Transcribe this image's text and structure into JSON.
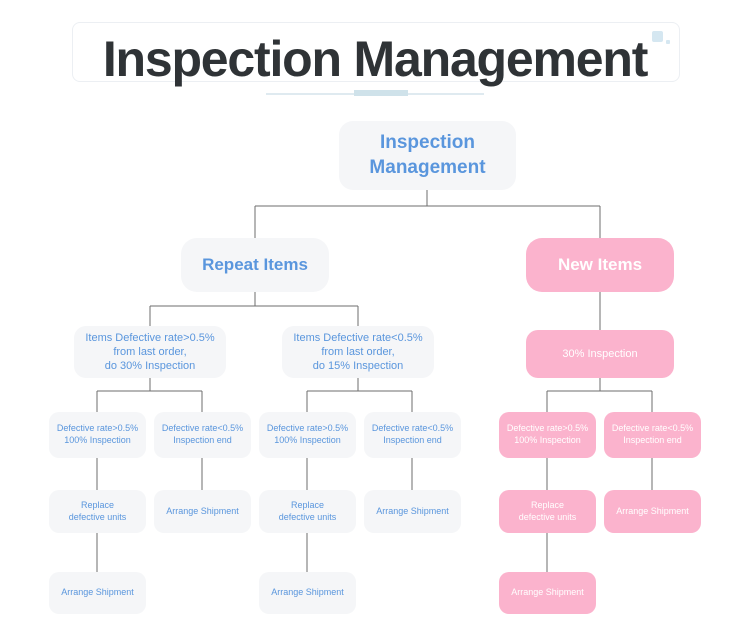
{
  "header": {
    "title": "Inspection Management",
    "deco_color": "#d5e7f1",
    "rule_color": "#dfeaf0",
    "accent_color": "#cfe2ea"
  },
  "theme": {
    "blue_fill": "#f5f6f8",
    "blue_text": "#5a96dd",
    "pink_fill": "#fbb3cd",
    "pink_text": "#ffffff",
    "wire_color": "#6e6e6e",
    "title_text": "#2f3336"
  },
  "diagram": {
    "root": {
      "label": "Inspection\nManagement",
      "style": "blue"
    },
    "branches": [
      {
        "id": "repeat-items",
        "label": "Repeat Items",
        "style": "blue",
        "children": [
          {
            "id": "repeat-high",
            "label": "Items Defective rate>0.5%\nfrom last order,\ndo 30% Inspection",
            "style": "blue",
            "children": [
              {
                "id": "repeat-high-fail",
                "label": "Defective rate>0.5%\n100% Inspection",
                "style": "blue",
                "children": [
                  {
                    "id": "repeat-high-fail-replace",
                    "label": "Replace\ndefective units",
                    "style": "blue",
                    "children": [
                      {
                        "id": "repeat-high-fail-ship",
                        "label": "Arrange Shipment",
                        "style": "blue"
                      }
                    ]
                  }
                ]
              },
              {
                "id": "repeat-high-pass",
                "label": "Defective rate<0.5%\nInspection end",
                "style": "blue",
                "children": [
                  {
                    "id": "repeat-high-pass-ship",
                    "label": "Arrange Shipment",
                    "style": "blue"
                  }
                ]
              }
            ]
          },
          {
            "id": "repeat-low",
            "label": "Items Defective rate<0.5%\nfrom last order,\ndo 15% Inspection",
            "style": "blue",
            "children": [
              {
                "id": "repeat-low-fail",
                "label": "Defective rate>0.5%\n100% Inspection",
                "style": "blue",
                "children": [
                  {
                    "id": "repeat-low-fail-replace",
                    "label": "Replace\ndefective units",
                    "style": "blue",
                    "children": [
                      {
                        "id": "repeat-low-fail-ship",
                        "label": "Arrange Shipment",
                        "style": "blue"
                      }
                    ]
                  }
                ]
              },
              {
                "id": "repeat-low-pass",
                "label": "Defective rate<0.5%\nInspection end",
                "style": "blue",
                "children": [
                  {
                    "id": "repeat-low-pass-ship",
                    "label": "Arrange Shipment",
                    "style": "blue"
                  }
                ]
              }
            ]
          }
        ]
      },
      {
        "id": "new-items",
        "label": "New Items",
        "style": "pink",
        "children": [
          {
            "id": "new-30",
            "label": "30% Inspection",
            "style": "pink",
            "children": [
              {
                "id": "new-fail",
                "label": "Defective rate>0.5%\n100% Inspection",
                "style": "pink",
                "children": [
                  {
                    "id": "new-fail-replace",
                    "label": "Replace\ndefective units",
                    "style": "pink",
                    "children": [
                      {
                        "id": "new-fail-ship",
                        "label": "Arrange Shipment",
                        "style": "pink"
                      }
                    ]
                  }
                ]
              },
              {
                "id": "new-pass",
                "label": "Defective rate<0.5%\nInspection end",
                "style": "pink",
                "children": [
                  {
                    "id": "new-pass-ship",
                    "label": "Arrange Shipment",
                    "style": "pink"
                  }
                ]
              }
            ]
          }
        ]
      }
    ]
  },
  "nodes": {
    "root": "Inspection\nManagement",
    "repeat_items": "Repeat Items",
    "new_items": "New Items",
    "repeat_high": "Items Defective rate>0.5%\nfrom last order,\ndo 30% Inspection",
    "repeat_low": "Items Defective rate<0.5%\nfrom last order,\ndo 15% Inspection",
    "new_30": "30% Inspection",
    "rh_fail": "Defective rate>0.5%\n100% Inspection",
    "rh_pass": "Defective rate<0.5%\nInspection end",
    "rl_fail": "Defective rate>0.5%\n100% Inspection",
    "rl_pass": "Defective rate<0.5%\nInspection end",
    "n_fail": "Defective rate>0.5%\n100% Inspection",
    "n_pass": "Defective rate<0.5%\nInspection end",
    "rh_replace": "Replace\ndefective units",
    "rh_ship2": "Arrange Shipment",
    "rl_replace": "Replace\ndefective units",
    "rl_ship2": "Arrange Shipment",
    "n_replace": "Replace\ndefective units",
    "n_ship2": "Arrange Shipment",
    "rh_ship3": "Arrange Shipment",
    "rl_ship3": "Arrange Shipment",
    "n_ship3": "Arrange Shipment"
  }
}
